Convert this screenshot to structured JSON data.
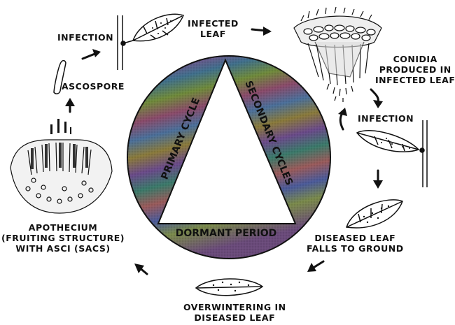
{
  "diagram": {
    "cycle_labels": {
      "primary": "PRIMARY CYCLE",
      "secondary": "SECONDARY CYCLES",
      "dormant": "DORMANT PERIOD"
    },
    "stages": {
      "infection_top": "INFECTION",
      "infected_leaf": [
        "INFECTED",
        "LEAF"
      ],
      "conidia": [
        "CONIDIA",
        "PRODUCED IN",
        "INFECTED LEAF"
      ],
      "infection_right": "INFECTION",
      "diseased_leaf": [
        "DISEASED LEAF",
        "FALLS TO GROUND"
      ],
      "overwintering": [
        "OVERWINTERING IN",
        "DISEASED LEAF"
      ],
      "apothecium": [
        "APOTHECIUM",
        "(FRUITING STRUCTURE)",
        "WITH ASCI (SACS)"
      ],
      "ascospore": "ASCOSPORE"
    }
  }
}
